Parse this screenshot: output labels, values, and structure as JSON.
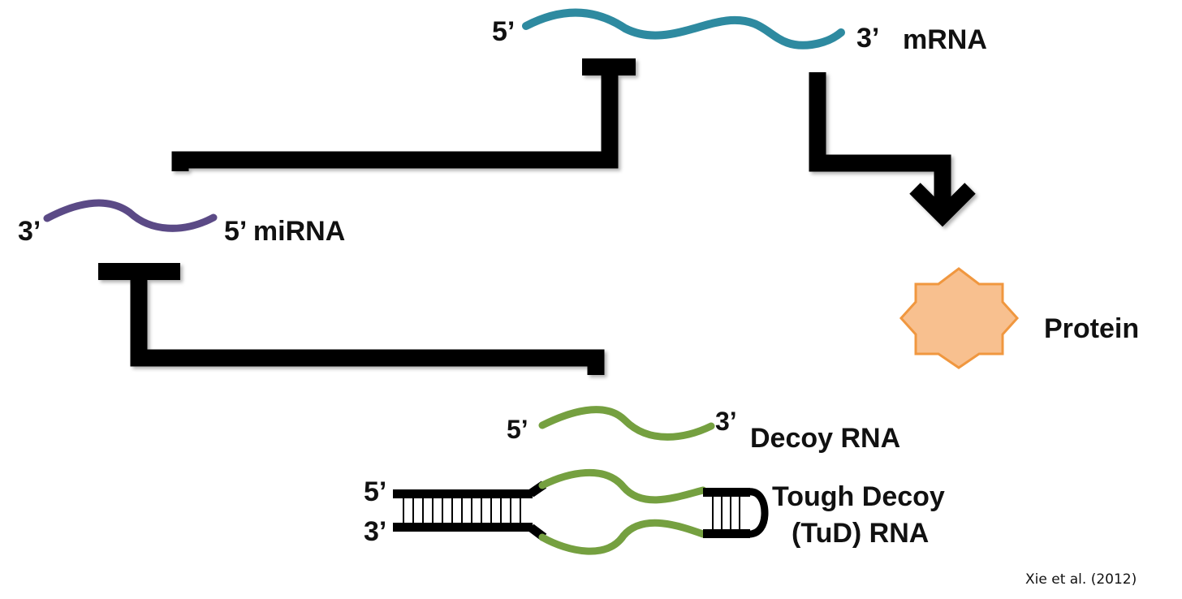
{
  "colors": {
    "mrna": "#2e8aa0",
    "mirna": "#5b4a86",
    "decoy": "#75a040",
    "inhibitor": "#000000",
    "protein_fill": "#f8c08f",
    "protein_stroke": "#f0973f"
  },
  "mrna": {
    "five_prime": "5’",
    "three_prime": "3’",
    "name": "mRNA"
  },
  "mirna": {
    "three_prime": "3’",
    "five_prime_name": "5’ miRNA"
  },
  "protein": {
    "name": "Protein",
    "icon": "star-burst-icon"
  },
  "decoy": {
    "five_prime": "5’",
    "three_prime": "3’",
    "name": "Decoy RNA"
  },
  "tud": {
    "five_prime": "5’",
    "three_prime": "3’",
    "name_line1": "Tough Decoy",
    "name_line2": "(TuD) RNA"
  },
  "citation": "Xie et al. (2012)"
}
